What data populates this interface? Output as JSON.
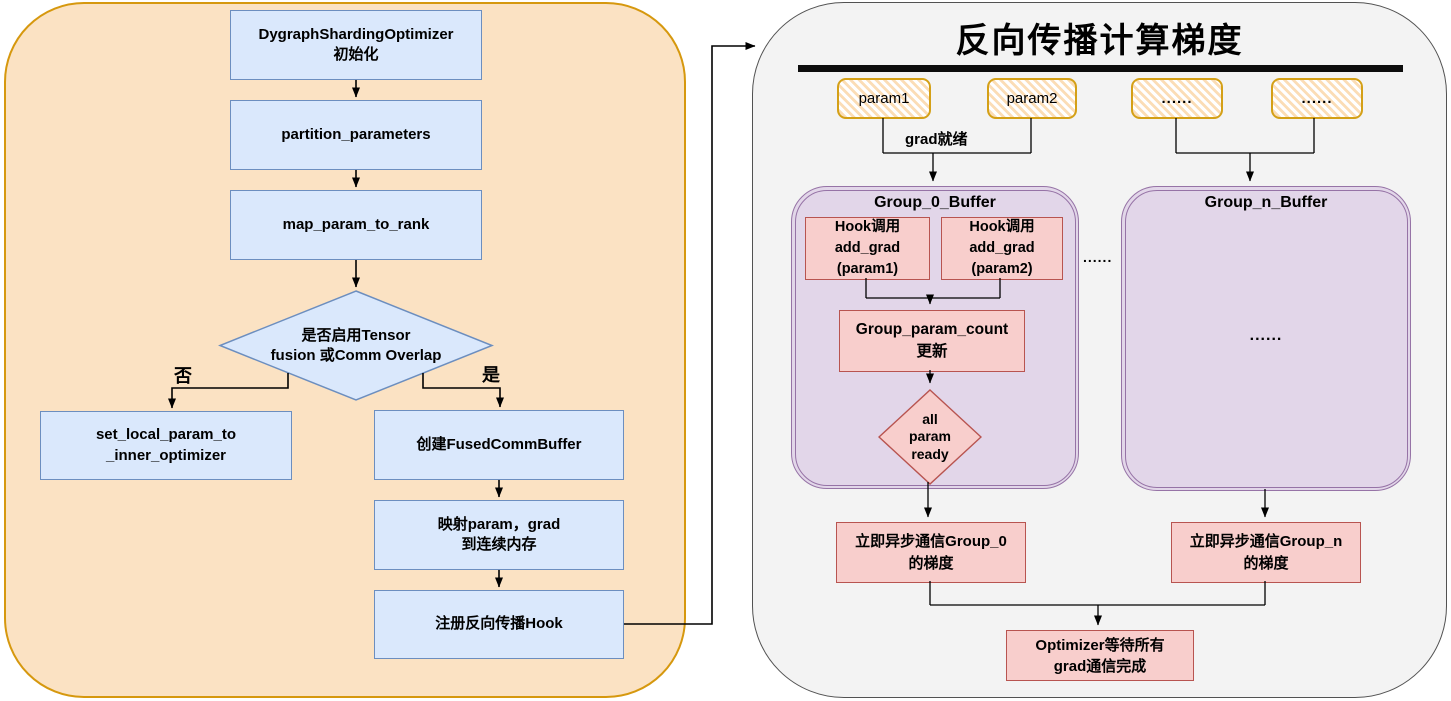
{
  "colors": {
    "left_panel_bg": "#fbe2c3",
    "left_panel_border": "#d6980e",
    "right_panel_bg": "#f3f3f3",
    "right_panel_border": "#525252",
    "process_box_bg": "#dae8fc",
    "process_box_border": "#6c8ebf",
    "pink_box_bg": "#f8cecc",
    "pink_box_border": "#b85450",
    "buffer_bg": "#e2d6e9",
    "buffer_border": "#9673a6",
    "param_box_border": "#d4a017",
    "connector": "#000000"
  },
  "left_panel": {
    "init": {
      "line1": "DygraphShardingOptimizer",
      "line2": "初始化"
    },
    "partition": "partition_parameters",
    "map_rank": "map_param_to_rank",
    "decision": {
      "line1": "是否启用Tensor",
      "line2": "fusion 或Comm Overlap",
      "no": "否",
      "yes": "是"
    },
    "set_local": {
      "line1": "set_local_param_to",
      "line2": "_inner_optimizer"
    },
    "create_buffer": "创建FusedCommBuffer",
    "map_memory": {
      "line1": "映射param，grad",
      "line2": "到连续内存"
    },
    "register_hook": "注册反向传播Hook"
  },
  "right_panel": {
    "title": "反向传播计算梯度",
    "params": {
      "p1": "param1",
      "p2": "param2",
      "p3": "......",
      "p4": "......"
    },
    "grad_ready": "grad就绪",
    "group0": {
      "title": "Group_0_Buffer",
      "hook1": {
        "line1": "Hook调用",
        "line2": "add_grad",
        "line3": "(param1)"
      },
      "hook2": {
        "line1": "Hook调用",
        "line2": "add_grad",
        "line3": "(param2)"
      },
      "count": {
        "line1": "Group_param_count",
        "line2": "更新"
      },
      "ready": {
        "line1": "all",
        "line2": "param",
        "line3": "ready"
      }
    },
    "ellipsis_between": "......",
    "groupn": {
      "title": "Group_n_Buffer",
      "ellipsis": "......"
    },
    "comm0": {
      "line1": "立即异步通信Group_0",
      "line2": "的梯度"
    },
    "commn": {
      "line1": "立即异步通信Group_n",
      "line2": "的梯度"
    },
    "optimizer": {
      "line1": "Optimizer等待所有",
      "line2": "grad通信完成"
    }
  }
}
